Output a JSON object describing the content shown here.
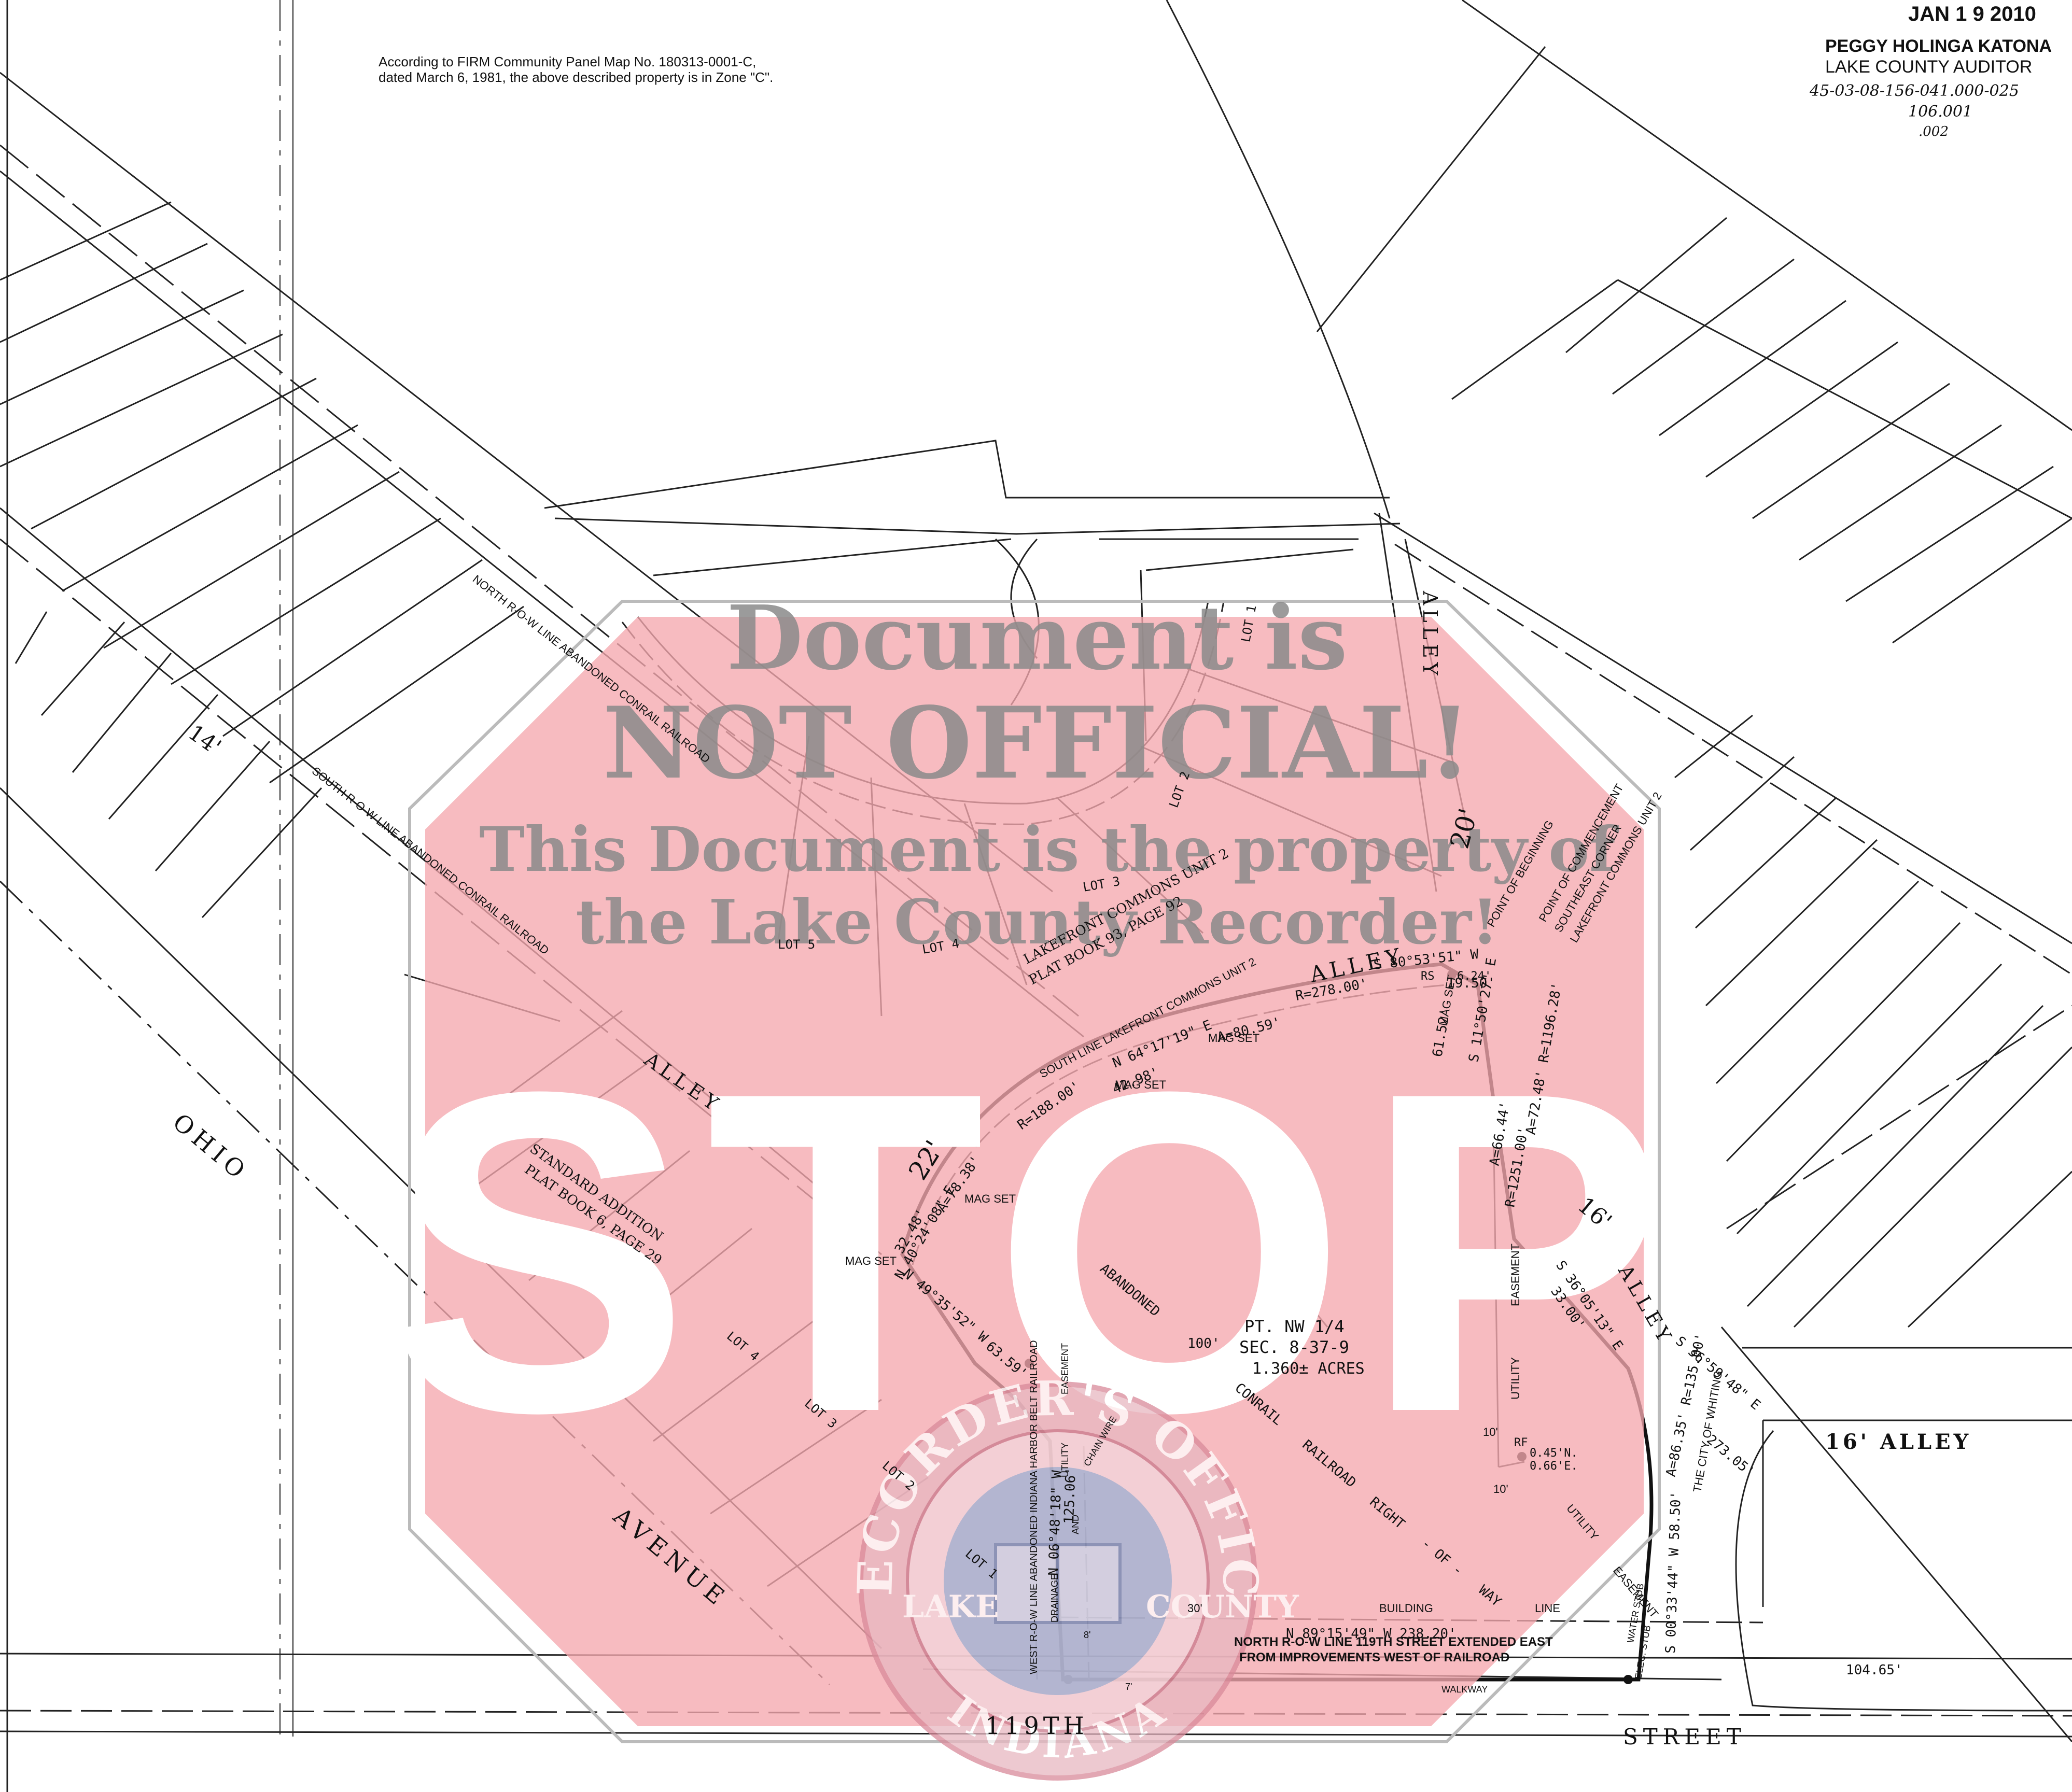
{
  "header": {
    "recorded_date": "JAN 1 9 2010",
    "auditor_name": "PEGGY HOLINGA KATONA",
    "auditor_title": "LAKE COUNTY AUDITOR",
    "parcel_number": "45-03-08-156-041.000-025",
    "parcel_sub_1": "106.001",
    "parcel_sub_2": ".002"
  },
  "flood_note": {
    "line1": "According to FIRM Community Panel Map No. 180313-0001-C,",
    "line2": "dated March 6, 1981, the above described property is in Zone \"C\"."
  },
  "watermark": {
    "line1": "Document is",
    "line2": "NOT OFFICIAL!",
    "line3": "This Document is the property of",
    "line4": "the Lake County Recorder!",
    "stop_word": "STOP",
    "stop_color": "#f5a8ae",
    "text_color": "#8a8a8a"
  },
  "seal": {
    "top_text": "RECORDER'S OFFICE",
    "bottom_text": "INDIANA",
    "left_text": "LAKE",
    "right_text": "COUNTY",
    "ring_color": "#d98a9a",
    "center_color": "#9db4d6"
  },
  "streets": {
    "ohio": "OHIO",
    "avenue": "AVENUE",
    "st_119th": "119TH",
    "street": "STREET",
    "alley_16": "16'   ALLEY",
    "alley_main": "ALLEY",
    "alley_left": "ALLEY",
    "alley_vertical": "ALLEY",
    "alley_lower": "ALLEY",
    "width_14": "14'",
    "width_22": "22'",
    "width_20": "20'",
    "width_16": "16'"
  },
  "labels": {
    "north_row_conrail": "NORTH R-O-W LINE ABANDONED CONRAIL RAILROAD",
    "south_row_conrail": "SOUTH R-O-W LINE ABANDONED CONRAIL RAILROAD",
    "west_row_iht": "WEST R-O-W LINE ABANDONED INDIANA HARBOR BELT RAILROAD",
    "standard_addition_1": "STANDARD ADDITION",
    "standard_addition_2": "PLAT BOOK 6, PAGE 29",
    "lakefront_unit2_1": "LAKEFRONT COMMONS UNIT 2",
    "lakefront_unit2_2": "PLAT BOOK 93, PAGE 92",
    "south_line_unit2": "SOUTH LINE LAKEFRONT COMMONS UNIT 2",
    "point_of_beginning": "POINT OF BEGINNING",
    "poc_1": "POINT OF COMMENCEMENT",
    "poc_2": "SOUTHEAST CORNER",
    "poc_3": "LAKEFRONT COMMONS UNIT 2",
    "pt_nw": "PT. NW 1/4",
    "sec": "SEC. 8-37-9",
    "acres": "1.360± ACRES",
    "abandoned": "ABANDONED",
    "conrail": "CONRAIL",
    "railroad": "RAILROAD",
    "right": "RIGHT",
    "of": "- OF -",
    "way": "WAY",
    "width_100": "100'",
    "city_of_whiting": "THE CITY OF WHITING",
    "utility_easement": "UTILITY",
    "easement": "EASEMENT",
    "building": "BUILDING",
    "line": "LINE",
    "walkway": "WALKWAY",
    "water_stub": "WATER STUB",
    "elec_stub": "ELEC. STUB",
    "north_row_119_1": "NORTH R-O-W LINE 119TH STREET EXTENDED EAST",
    "north_row_119_2": "FROM IMPROVEMENTS WEST OF RAILROAD",
    "mag_set": "MAG SET",
    "drainage": "DRAINAGE",
    "and": "AND",
    "chain_wire": "CHAIN WIRE",
    "ten_ft": "10'",
    "thirty_ft": "30'",
    "eight_ft": "8'",
    "seven_ft": "7'"
  },
  "lots": {
    "north": [
      "LOT 1",
      "LOT 2",
      "LOT 3",
      "LOT 4",
      "LOT 5"
    ],
    "south": [
      "LOT 1",
      "LOT 2",
      "LOT 3",
      "LOT 4"
    ]
  },
  "bearings": {
    "b1": "N 89°15'49\" W  238.20'",
    "b2": "S 00°33'44\" W  58.50'",
    "b3": "A=86.35'  R=135.00'",
    "b4": "S 36°05'13\" E",
    "b5": "33.00'",
    "b6": "A=72.48'  R=1196.28'",
    "b7": "S 11°50'27\" E",
    "b8": "61.52'",
    "b9": "S 80°53'51\" W",
    "b10": "19.50'",
    "b11": "R=278.00'",
    "b12": "A=80.59'",
    "b13": "N 64°17'19\" E",
    "b14": "42.98'",
    "b15": "R=188.00'",
    "b16": "A=78.38'",
    "b17": "N 40°24'08\" E",
    "b18": "32.48'",
    "b19": "N 49°35'52\" W",
    "b20": "63.59'",
    "b21": "N 06°48'18\" W",
    "b22": "125.06'",
    "b23": "S 36°59'48\" E",
    "b24": "273.05'",
    "b25": "104.65'",
    "b26": "6.24'",
    "b27": "A=66.44'",
    "b28": "R=1251.00'",
    "b29": "0.45'N.",
    "b30": "0.66'E.",
    "b31": "RF",
    "b32": "RS"
  }
}
